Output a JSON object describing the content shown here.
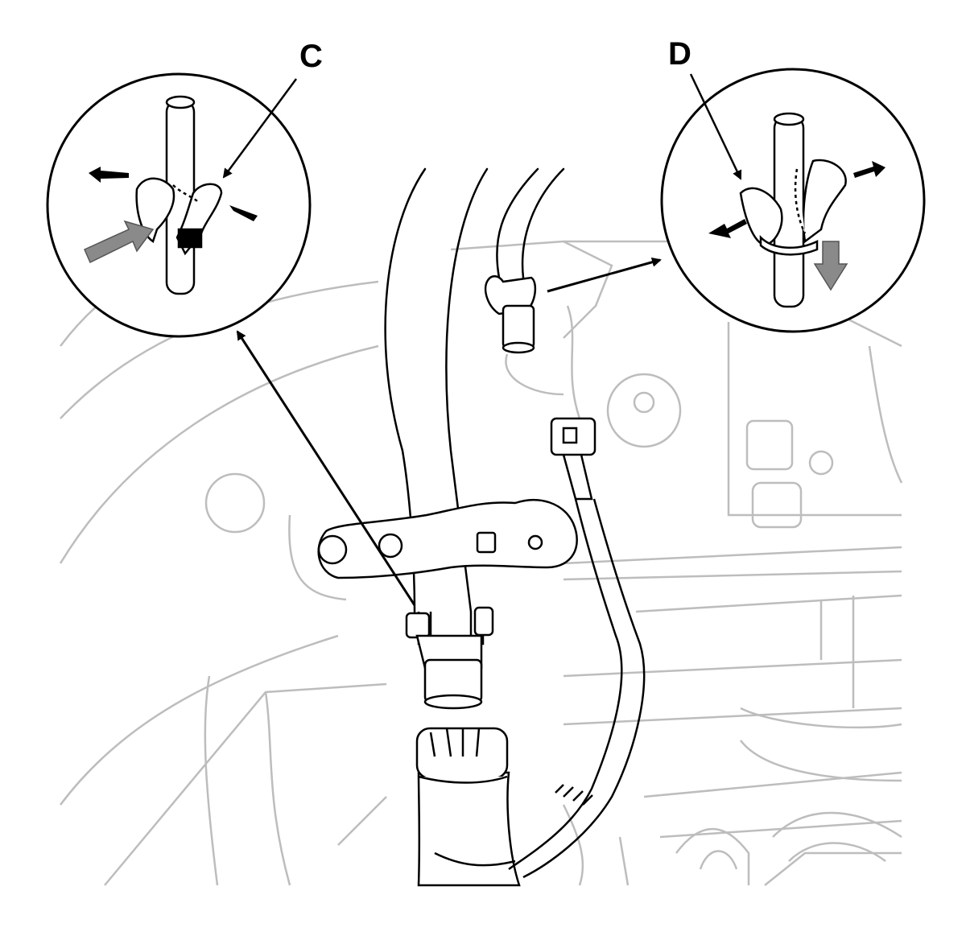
{
  "callouts": [
    {
      "id": "C",
      "label": "C"
    },
    {
      "id": "D",
      "label": "D"
    }
  ],
  "colors": {
    "line": "#000000",
    "background_line": "#bdbdbd",
    "arrow_fill": "#8a8a8a",
    "paper": "#ffffff"
  },
  "icons": [
    "hose-clip-release-icon",
    "hose-clip-squeeze-icon",
    "quick-connector-icon"
  ]
}
